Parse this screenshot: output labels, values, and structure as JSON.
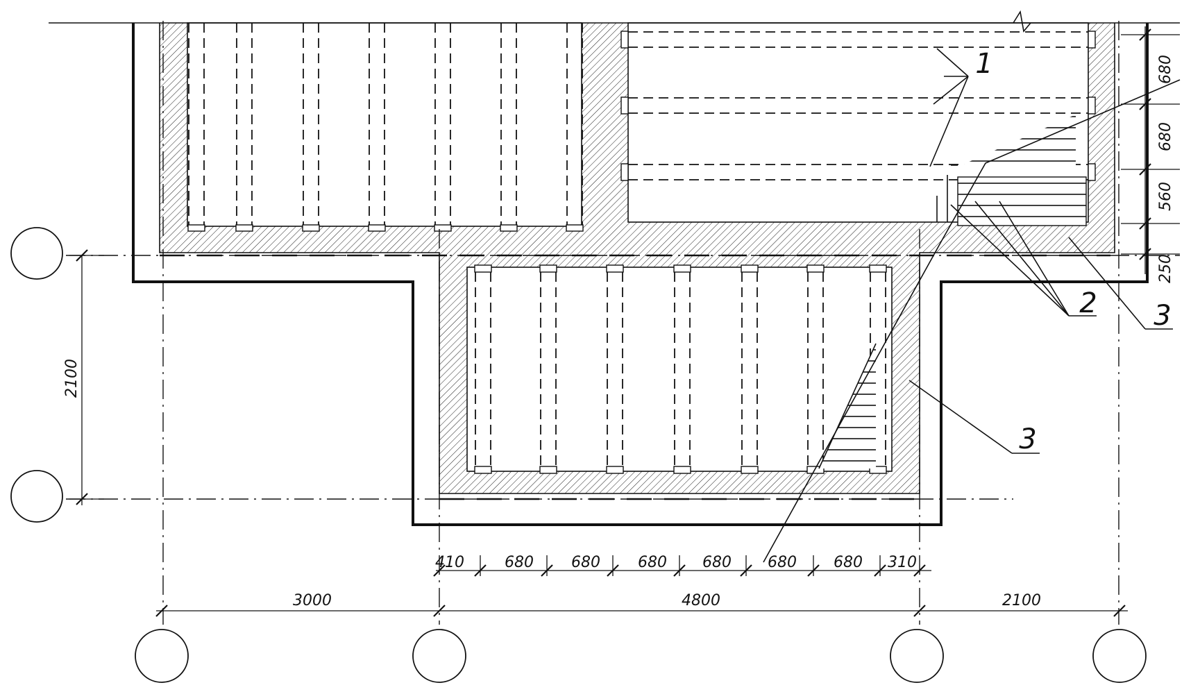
{
  "dimensions": {
    "bottom_spans": [
      "410",
      "680",
      "680",
      "680",
      "680",
      "680",
      "680",
      "310"
    ],
    "grid_spans": [
      "3000",
      "4800",
      "2100"
    ],
    "right_spans": [
      "680",
      "680",
      "560",
      "250"
    ],
    "left_span": "2100"
  },
  "callouts": {
    "one": "1",
    "two": "2",
    "three_upper": "3",
    "three_lower": "3"
  }
}
